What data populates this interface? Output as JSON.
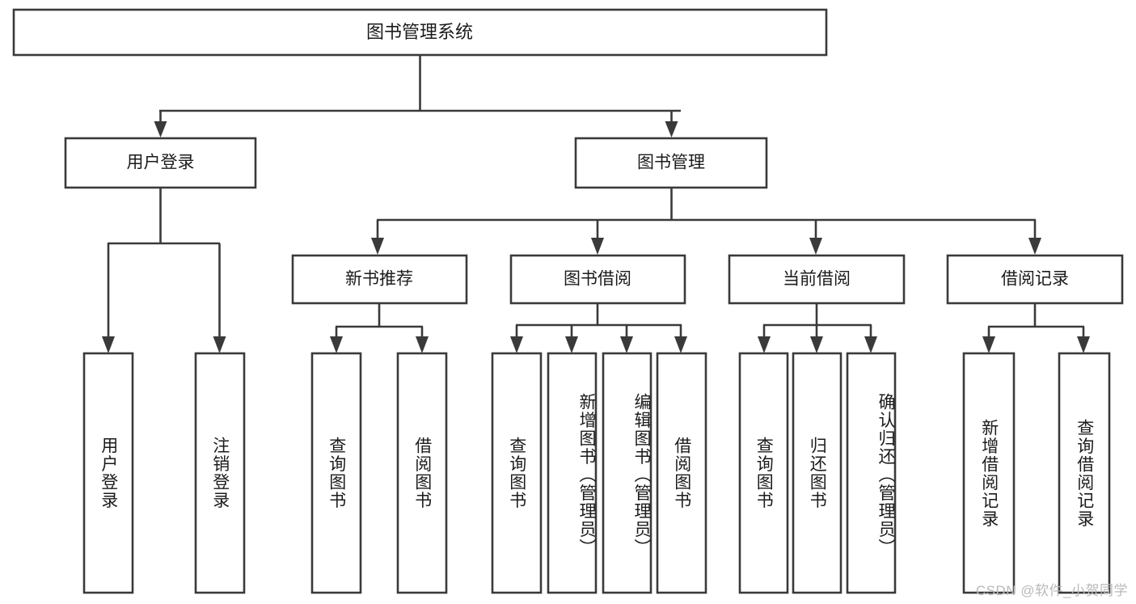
{
  "diagram": {
    "type": "tree",
    "title": "图书管理系统",
    "orientation": "top-down",
    "root": {
      "id": "root",
      "label": "图书管理系统"
    },
    "level2": [
      {
        "id": "user-login",
        "label": "用户登录"
      },
      {
        "id": "book-manage",
        "label": "图书管理"
      }
    ],
    "level3": [
      {
        "id": "new-book-rec",
        "label": "新书推荐",
        "parent": "book-manage"
      },
      {
        "id": "book-borrow",
        "label": "图书借阅",
        "parent": "book-manage"
      },
      {
        "id": "current-borrow",
        "label": "当前借阅",
        "parent": "book-manage"
      },
      {
        "id": "borrow-record",
        "label": "借阅记录",
        "parent": "book-manage"
      }
    ],
    "leaves": [
      {
        "id": "leaf-user-login",
        "label": "用户登录",
        "parent": "user-login"
      },
      {
        "id": "leaf-logout",
        "label": "注销登录",
        "parent": "user-login"
      },
      {
        "id": "leaf-query-book-1",
        "label": "查询图书",
        "parent": "new-book-rec"
      },
      {
        "id": "leaf-borrow-book-1",
        "label": "借阅图书",
        "parent": "new-book-rec"
      },
      {
        "id": "leaf-query-book-2",
        "label": "查询图书",
        "parent": "book-borrow"
      },
      {
        "id": "leaf-add-book",
        "label": "新增图书（管理员）",
        "parent": "book-borrow"
      },
      {
        "id": "leaf-edit-book",
        "label": "编辑图书（管理员）",
        "parent": "book-borrow"
      },
      {
        "id": "leaf-borrow-book-2",
        "label": "借阅图书",
        "parent": "book-borrow"
      },
      {
        "id": "leaf-query-book-3",
        "label": "查询图书",
        "parent": "current-borrow"
      },
      {
        "id": "leaf-return-book",
        "label": "归还图书",
        "parent": "current-borrow"
      },
      {
        "id": "leaf-confirm-return",
        "label": "确认归还（管理员）",
        "parent": "current-borrow"
      },
      {
        "id": "leaf-add-record",
        "label": "新增借阅记录",
        "parent": "borrow-record"
      },
      {
        "id": "leaf-query-record",
        "label": "查询借阅记录",
        "parent": "borrow-record"
      }
    ]
  },
  "watermark": {
    "text": "CSDN @软件_小贺同学"
  },
  "colors": {
    "box_stroke": "#3a3a3a",
    "box_fill": "#ffffff",
    "text": "#1b1b1b",
    "watermark": "#b9b9b9",
    "background": "#ffffff"
  }
}
